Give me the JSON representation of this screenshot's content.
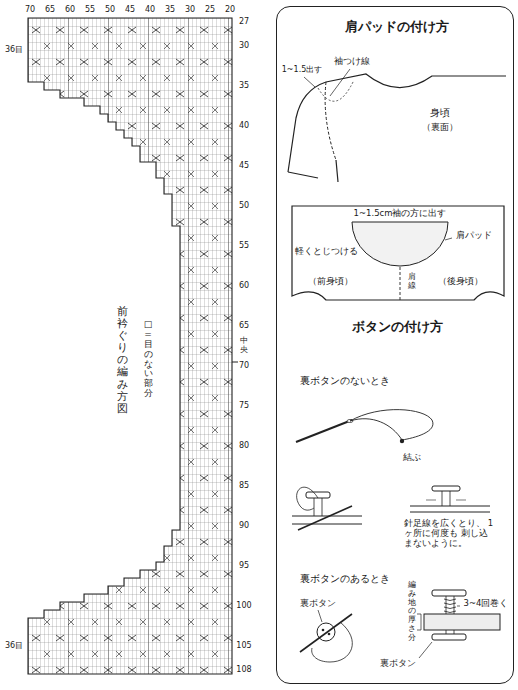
{
  "diagram": {
    "nodes": [
      {
        "text": [
          "肩パッドの付け方",
          "ボタンの付け方"
        ]
      }
    ],
    "labels": [
      "70",
      "65",
      "60",
      "55",
      "50",
      "45",
      "40",
      "35",
      "30",
      "25",
      "20",
      "27",
      "30",
      "35",
      "40",
      "45",
      "50",
      "55",
      "60",
      "65",
      "70",
      "75",
      "80",
      "85",
      "90",
      "95",
      "100",
      "105",
      "108",
      "中央",
      "36目",
      "36目",
      "前衿ぐりの編み方図",
      "□ = 目のない部分",
      "袖つけ線",
      "1~1.5出す",
      "身頃",
      "（裏面）",
      "1~1.5cm袖の方に出す",
      "肩パッド",
      "軽くとじつける",
      "（前身頃）",
      "（後身頃）",
      "肩線",
      "裏ボタンのないとき",
      "結ぶ",
      "針足線を広くとり、 1ヶ所に何度も 刺し込まないように。",
      "裏ボタンのあるとき",
      "裏ボタン",
      "編み地の厚さ分",
      "3~4回巻く",
      "裏ボタン"
    ]
  }
}
